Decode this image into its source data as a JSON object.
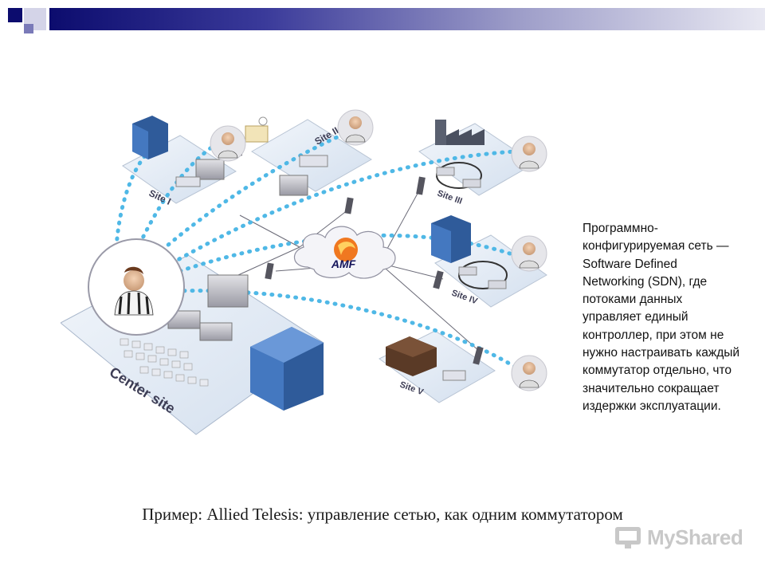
{
  "diagram": {
    "sites": [
      {
        "label": "Site I"
      },
      {
        "label": "Site II"
      },
      {
        "label": "Site III"
      },
      {
        "label": "Site IV"
      },
      {
        "label": "Site V"
      },
      {
        "label": "Center site"
      }
    ],
    "cloud_label": "AMF"
  },
  "description": "Программно-конфигурируемая сеть — Software Defined Networking (SDN), где потоками данных управляет единый контроллер, при этом не нужно настраивать каждый коммутатор отдельно, что значительно сокращает издержки эксплуатации.",
  "caption": "Пример: Allied Telesis: управление сетью, как одним коммутатором",
  "watermark": "MyShared",
  "colors": {
    "header_dark": "#0c0c6e",
    "header_mid": "#4a4aa0",
    "dotted_link": "#4fb8e6",
    "platform": "#dce6f2",
    "building": "#2f5b9a"
  }
}
